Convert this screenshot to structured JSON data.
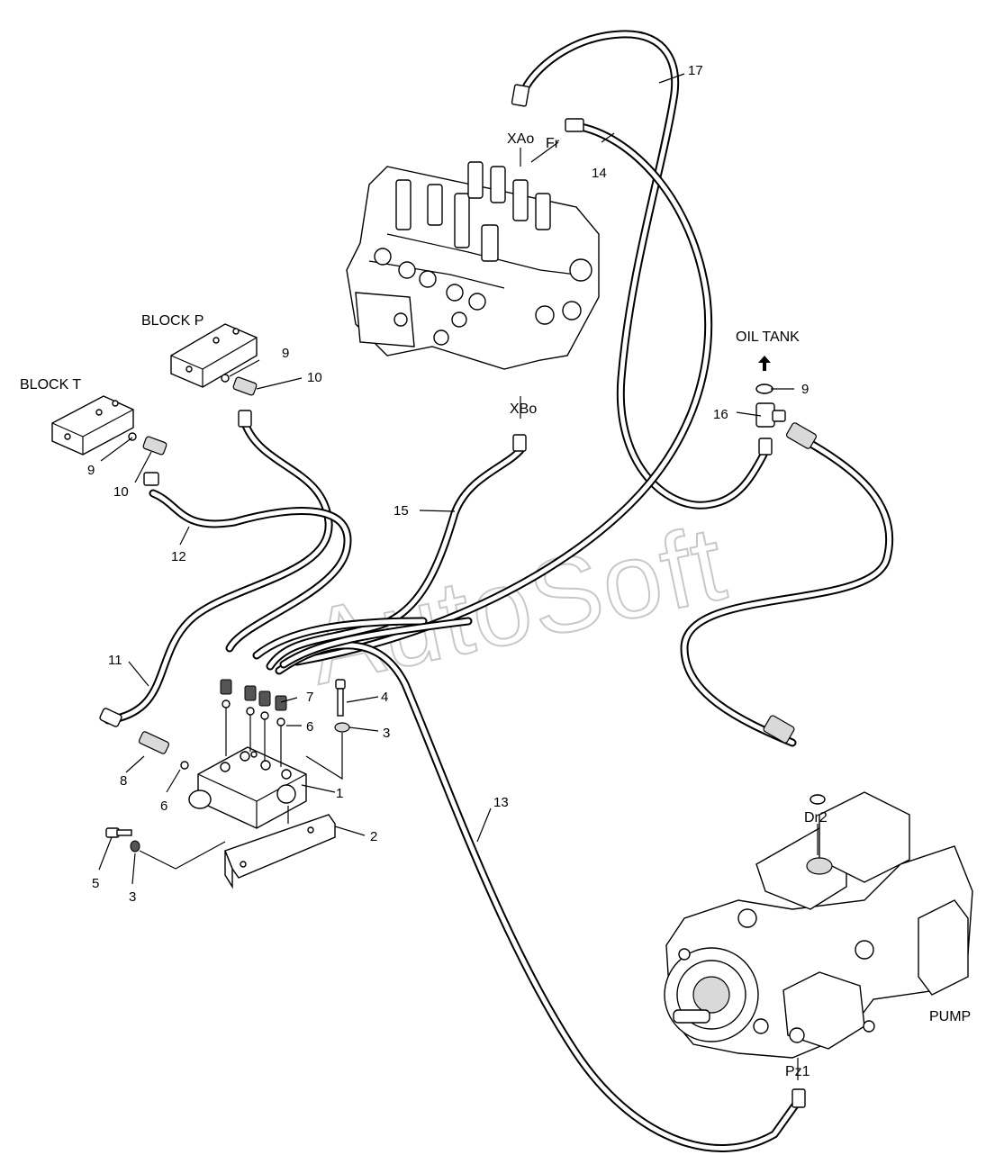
{
  "watermark": "AutoSoft",
  "labels": {
    "block_p": "BLOCK P",
    "block_t": "BLOCK T",
    "oil_tank": "OIL TANK",
    "pump": "PUMP",
    "port_xao": "XAo",
    "port_fr": "Fr",
    "port_xbo": "XBo",
    "port_dr2": "Dr2",
    "port_pz1": "Pz1"
  },
  "callouts": {
    "c1": "1",
    "c2": "2",
    "c3a": "3",
    "c3b": "3",
    "c4": "4",
    "c5": "5",
    "c6a": "6",
    "c6b": "6",
    "c7": "7",
    "c8": "8",
    "c9a": "9",
    "c9b": "9",
    "c9c": "9",
    "c10a": "10",
    "c10b": "10",
    "c11": "11",
    "c12": "12",
    "c13": "13",
    "c14": "14",
    "c15": "15",
    "c16": "16",
    "c17": "17"
  },
  "icons": {
    "oil_tank_arrow": "up-arrow-icon"
  }
}
